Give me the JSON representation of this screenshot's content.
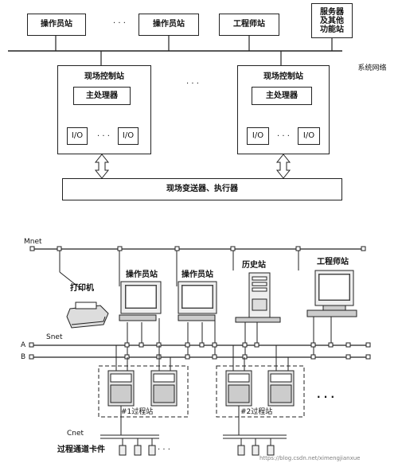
{
  "top": {
    "operator_station_1": "操作员站",
    "dots_top": "· · ·",
    "operator_station_2": "操作员站",
    "engineer_station": "工程师站",
    "server": "服务器\n及其他\n功能站",
    "network": "系统网络",
    "field_station_1": "现场控制站",
    "field_station_2": "现场控制站",
    "dots_mid": "· · ·",
    "main_processor_1": "主处理器",
    "main_processor_2": "主处理器",
    "io": "I/O",
    "io_dots": "· · ·",
    "field_devices": "现场变送器、执行器"
  },
  "bottom": {
    "mnet": "Mnet",
    "printer": "打印机",
    "operator_station_1": "操作员站",
    "operator_station_2": "操作员站",
    "history_station": "历史站",
    "engineer_station": "工程师站",
    "snet": "Snet",
    "bus_a": "A",
    "bus_b": "B",
    "process_station_1": "#1过程站",
    "process_station_2": "#2过程站",
    "dots_right": ". . .",
    "cnet": "Cnet",
    "io_card": "过程通道卡件",
    "card_dots": "· · ·",
    "watermark": "https://blog.csdn.net/ximengjianxue"
  }
}
